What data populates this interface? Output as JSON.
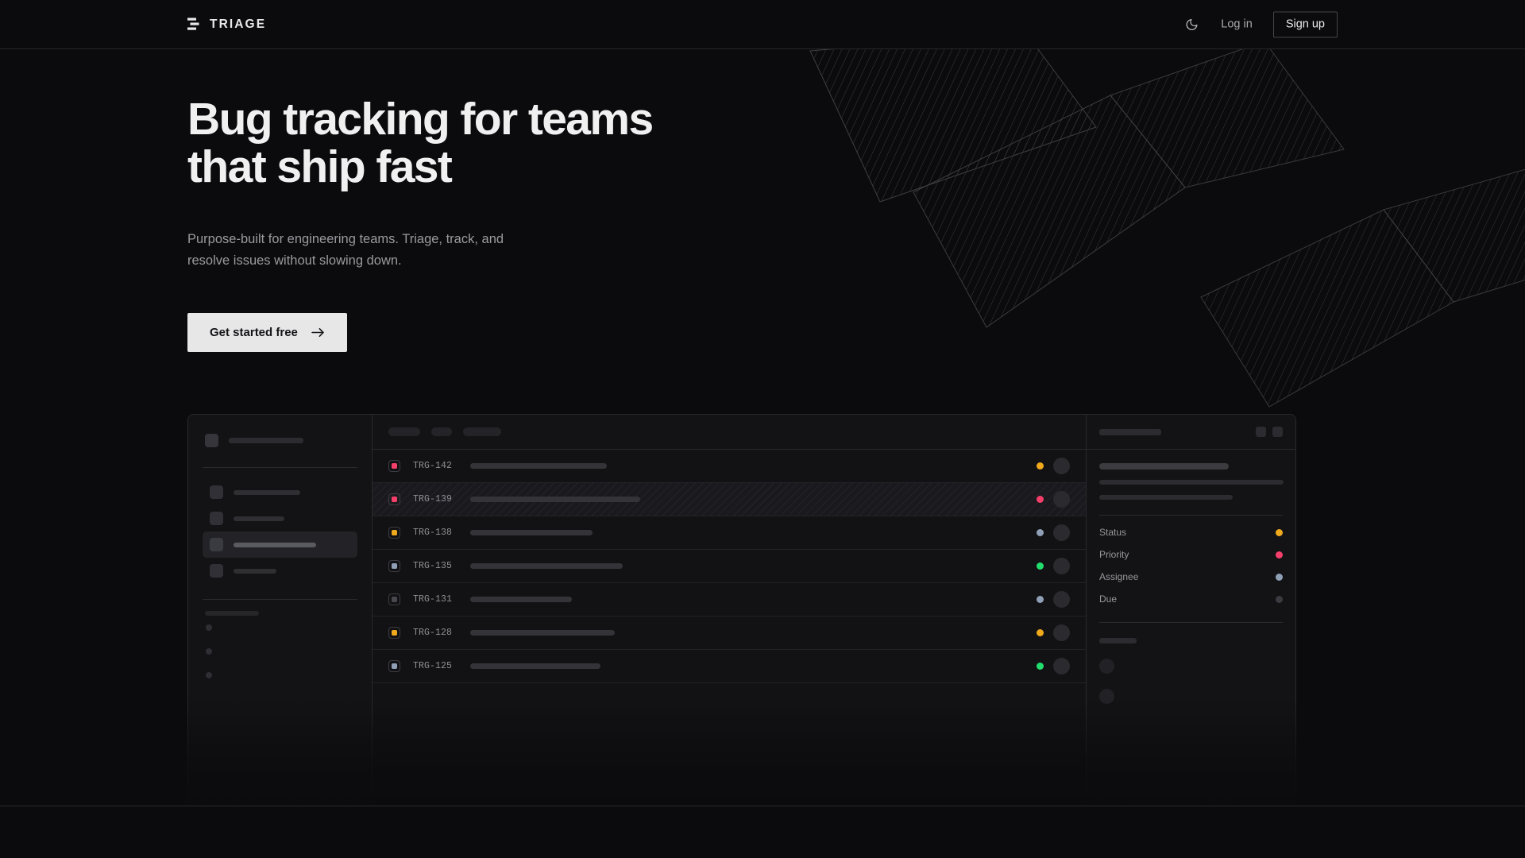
{
  "header": {
    "brand_name": "TRIAGE",
    "brand_icon": "stacked-bars-logo-icon",
    "theme_toggle_icon": "moon-icon",
    "login_label": "Log in",
    "signup_label": "Sign up"
  },
  "hero": {
    "title": "Bug tracking for teams\nthat ship fast",
    "subtitle": "Purpose-built for engineering teams. Triage, track, and\nresolve issues without slowing down.",
    "cta_label": "Get started free",
    "cta_icon": "arrow-right-icon"
  },
  "colors": {
    "page_bg": "#0b0b0d",
    "panel_bg": "#131315",
    "border": "#2a2a2e",
    "text_primary": "#f0f0f1",
    "text_muted": "#9a9a9f",
    "cta_bg": "#e7e7e8",
    "status_amber": "#f0a91c",
    "status_pink": "#f43f6b",
    "status_green": "#22dd6e",
    "status_slate": "#8fa0b6",
    "status_gray": "#45454b"
  },
  "mockup": {
    "sidebar": {
      "workspace_placeholder_width": 94,
      "nav_items": [
        {
          "width": 84,
          "active": false
        },
        {
          "width": 64,
          "active": false
        },
        {
          "width": 104,
          "active": true
        },
        {
          "width": 54,
          "active": false
        }
      ],
      "section_label_width": 68,
      "sub_dots": 3
    },
    "toolbar": {
      "pills": [
        40,
        26,
        48
      ]
    },
    "issues": [
      {
        "id": "TRG-142",
        "priority_color": "#f43f6b",
        "title_width": 172,
        "status_color": "#f0a91c",
        "hatched": false
      },
      {
        "id": "TRG-139",
        "priority_color": "#f43f6b",
        "title_width": 214,
        "status_color": "#f43f6b",
        "hatched": true
      },
      {
        "id": "TRG-138",
        "priority_color": "#f0a91c",
        "title_width": 154,
        "status_color": "#8fa0b6",
        "hatched": false
      },
      {
        "id": "TRG-135",
        "priority_color": "#8fa0b6",
        "title_width": 192,
        "status_color": "#22dd6e",
        "hatched": false
      },
      {
        "id": "TRG-131",
        "priority_color": "#48484f",
        "title_width": 128,
        "status_color": "#8fa0b6",
        "hatched": false
      },
      {
        "id": "TRG-128",
        "priority_color": "#f0a91c",
        "title_width": 182,
        "status_color": "#f0a91c",
        "hatched": false
      },
      {
        "id": "TRG-125",
        "priority_color": "#8fa0b6",
        "title_width": 164,
        "status_color": "#22dd6e",
        "hatched": false
      }
    ],
    "detail": {
      "header_icons": [
        "edit-icon",
        "more-icon"
      ],
      "title_width": 163,
      "description_line_widths": [
        232,
        168
      ],
      "fields": [
        {
          "label": "Status",
          "value_color": "#f0a91c"
        },
        {
          "label": "Priority",
          "value_color": "#f43f6b"
        },
        {
          "label": "Assignee",
          "value_color": "#8fa0b6"
        },
        {
          "label": "Due",
          "value_color": "#3a3a40"
        }
      ],
      "activity_label_width": 47,
      "comment_count": 2
    }
  }
}
